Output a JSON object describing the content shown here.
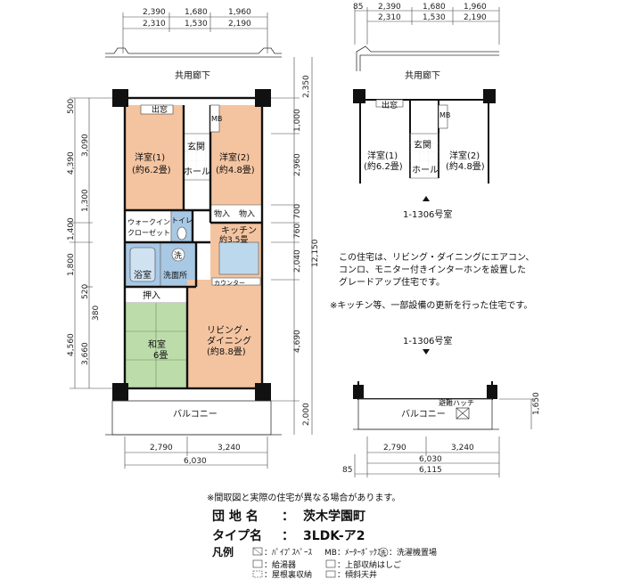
{
  "plan": {
    "corridor": "共用廊下",
    "balcony": "バルコニー",
    "rooms": {
      "demado": "出窓",
      "mb": "MB",
      "youshitsu1": "洋室(1)",
      "youshitsu1_size": "(約6.2畳)",
      "youshitsu2": "洋室(2)",
      "youshitsu2_size": "(約4.8畳)",
      "genkan": "玄関",
      "hall": "ホール",
      "storage1": "物入",
      "storage2": "物入",
      "walkin": "ウォークイン",
      "closet": "クローゼット",
      "toilet": "トイレ",
      "kitchen": "キッチン",
      "kitchen_size": "約3.5畳",
      "bath": "浴室",
      "wash_mark": "洗",
      "washroom": "洗面所",
      "oshiire": "押入",
      "counter": "カウンター",
      "washitsu": "和室",
      "washitsu_size": "6畳",
      "living1": "リビング・",
      "living2": "ダイニング",
      "living_size": "(約8.8畳)"
    },
    "dims_top_outer": [
      "2,390",
      "1,680",
      "1,960"
    ],
    "dims_top_inner": [
      "2,310",
      "1,530",
      "2,190"
    ],
    "dims_left_outer": [
      "500",
      "4,390",
      "1,400",
      "1,800",
      "4,560"
    ],
    "dims_left_inner": [
      "3,090",
      "1,300",
      "520",
      "380",
      "3,660"
    ],
    "dims_right_inner": [
      "2,350",
      "1,000",
      "2,960",
      "700",
      "760",
      "2,040",
      "4,690",
      "2,000"
    ],
    "dims_right_total": "12,150",
    "dims_bottom": [
      "2,790",
      "3,240"
    ],
    "dims_bottom_total": "6,030"
  },
  "variant": {
    "dims_top_outer": [
      "85",
      "2,390",
      "1,680",
      "1,960"
    ],
    "dims_top_inner": [
      "2,310",
      "1,530",
      "2,190"
    ],
    "corridor": "共用廊下",
    "demado": "出窓",
    "mb": "MB",
    "room1": "洋室(1)",
    "room1_size": "(約6.2畳)",
    "room2": "洋室(2)",
    "room2_size": "(約4.8畳)",
    "genkan": "玄関",
    "hall": "ホール",
    "caption_top": "1-1306号室",
    "caption_bottom": "1-1306号室",
    "hatch": "避難ハッチ",
    "balcony": "バルコニー",
    "dim_balcony": "1,650",
    "dims_bottom": [
      "2,790",
      "3,240"
    ],
    "dims_bottom_total": "6,030",
    "dims_bottom_total2": "6,115",
    "dim_85": "85"
  },
  "notes": {
    "line1": "この住宅は、リビング・ダイニングにエアコン、",
    "line2": "コンロ、モニター付きインターホンを設置した",
    "line3": "グレードアップ住宅です。",
    "line4": "※キッチン等、一部設備の更新を行った住宅です。"
  },
  "info": {
    "disclaimer": "※間取図と実際の住宅が異なる場合があります。",
    "name_label": "団 地 名",
    "colon1": "：",
    "name_value": "茨木学園町",
    "type_label": "タイプ名",
    "colon2": "：",
    "type_value": "3LDK-ア2",
    "legend_label": "凡例",
    "legend": [
      "：ﾊﾟｲﾌﾟｽﾍﾟｰｽ",
      "MB：ﾒｰﾀｰﾎﾞｯｸｽ",
      "洗",
      "：洗濯機置場",
      "：給湯器",
      "：上部収納はしご",
      "：屋根裏収納",
      "：傾斜天井"
    ]
  },
  "colors": {
    "western": "#f4c4a0",
    "japanese": "#bcdcaa",
    "wet": "#a8c8e4",
    "wall": "#111111"
  }
}
